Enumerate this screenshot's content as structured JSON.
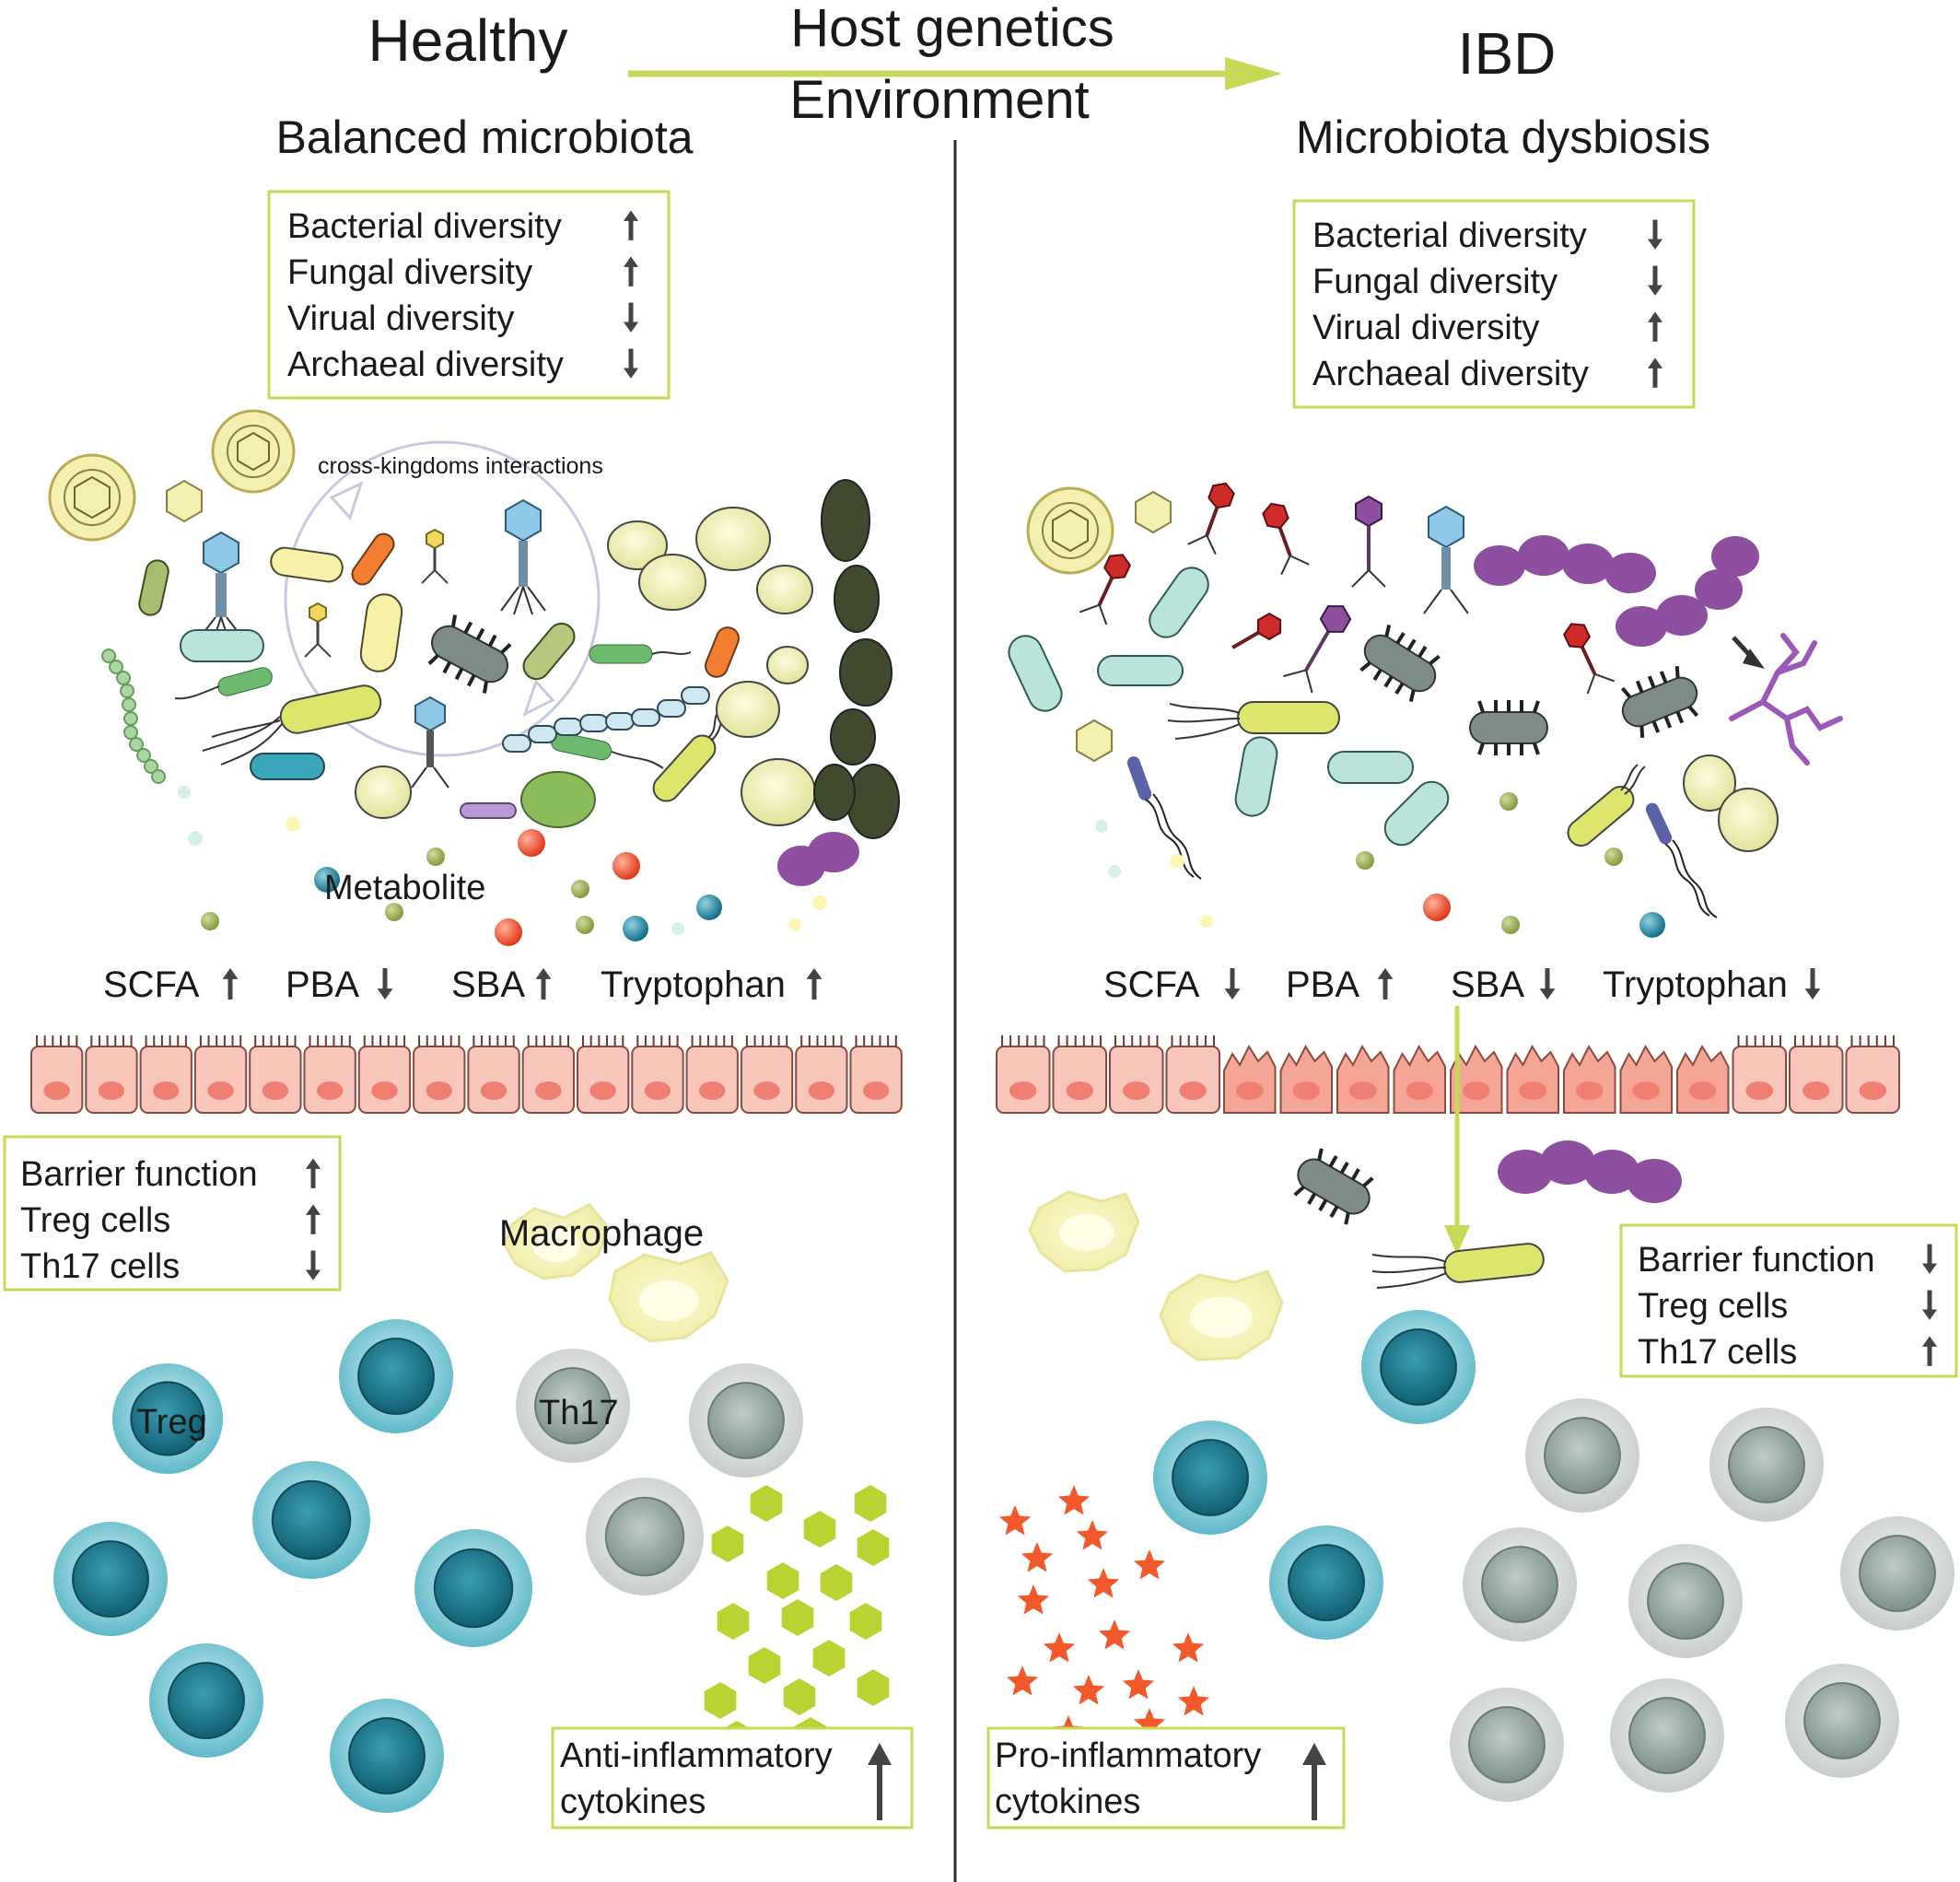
{
  "header": {
    "healthy": "Healthy",
    "ibd": "IBD",
    "factor_1": "Host genetics",
    "factor_2": "Environment",
    "healthy_sub": "Balanced microbiota",
    "ibd_sub": "Microbiota dysbiosis"
  },
  "healthy": {
    "diversity": [
      {
        "label": "Bacterial diversity",
        "trend": "up"
      },
      {
        "label": "Fungal diversity",
        "trend": "up"
      },
      {
        "label": "Virual diversity",
        "trend": "down"
      },
      {
        "label": "Archaeal diversity",
        "trend": "down"
      }
    ],
    "cross_kingdom_label": "cross-kingdoms interactions",
    "metabolite_label": "Metabolite",
    "metabolites": [
      {
        "label": "SCFA",
        "trend": "up"
      },
      {
        "label": "PBA",
        "trend": "down"
      },
      {
        "label": "SBA",
        "trend": "up"
      },
      {
        "label": "Tryptophan",
        "trend": "up"
      }
    ],
    "immune": [
      {
        "label": "Barrier function",
        "trend": "up"
      },
      {
        "label": "Treg cells",
        "trend": "up"
      },
      {
        "label": "Th17 cells",
        "trend": "down"
      }
    ],
    "macrophage_label": "Macrophage",
    "treg_label": "Treg",
    "th17_label": "Th17",
    "cytokines_line1": "Anti-inflammatory",
    "cytokines_line2": "cytokines",
    "cytokines_trend": "up"
  },
  "ibd": {
    "diversity": [
      {
        "label": "Bacterial diversity",
        "trend": "down"
      },
      {
        "label": "Fungal diversity",
        "trend": "down"
      },
      {
        "label": "Virual diversity",
        "trend": "up"
      },
      {
        "label": "Archaeal diversity",
        "trend": "up"
      }
    ],
    "metabolites": [
      {
        "label": "SCFA",
        "trend": "down"
      },
      {
        "label": "PBA",
        "trend": "up"
      },
      {
        "label": "SBA",
        "trend": "down"
      },
      {
        "label": "Tryptophan",
        "trend": "down"
      }
    ],
    "immune": [
      {
        "label": "Barrier function",
        "trend": "down"
      },
      {
        "label": "Treg cells",
        "trend": "down"
      },
      {
        "label": "Th17 cells",
        "trend": "up"
      }
    ],
    "cytokines_line1": "Pro-inflammatory",
    "cytokines_line2": "cytokines",
    "cytokines_trend": "up"
  },
  "colors": {
    "accent": "#c7d957",
    "treg": "#3aa6b9",
    "th17": "#a7b6b4",
    "epithelium": "#f8c6bb",
    "star": "#f05a2a",
    "hexagon": "#b7d432",
    "archaea": "#8f4fa0"
  }
}
